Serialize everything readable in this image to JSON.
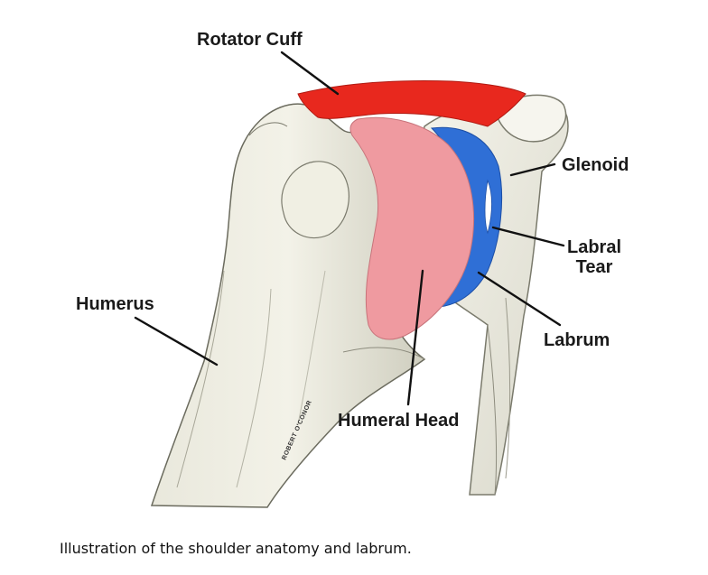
{
  "labels": {
    "rotator_cuff": "Rotator Cuff",
    "glenoid": "Glenoid",
    "labral_tear_line1": "Labral",
    "labral_tear_line2": "Tear",
    "humerus": "Humerus",
    "labrum": "Labrum",
    "humeral_head": "Humeral Head"
  },
  "signature": "ROBERT O'CONOR",
  "caption": "Illustration of the shoulder anatomy and labrum.",
  "colors": {
    "rotator_cuff": "#e8281e",
    "humeral_head": "#ef9aa0",
    "labrum": "#2f6fd6",
    "bone": "#f1f0e4",
    "bone_outline": "#6b6b5e",
    "leader_line": "#111111"
  }
}
